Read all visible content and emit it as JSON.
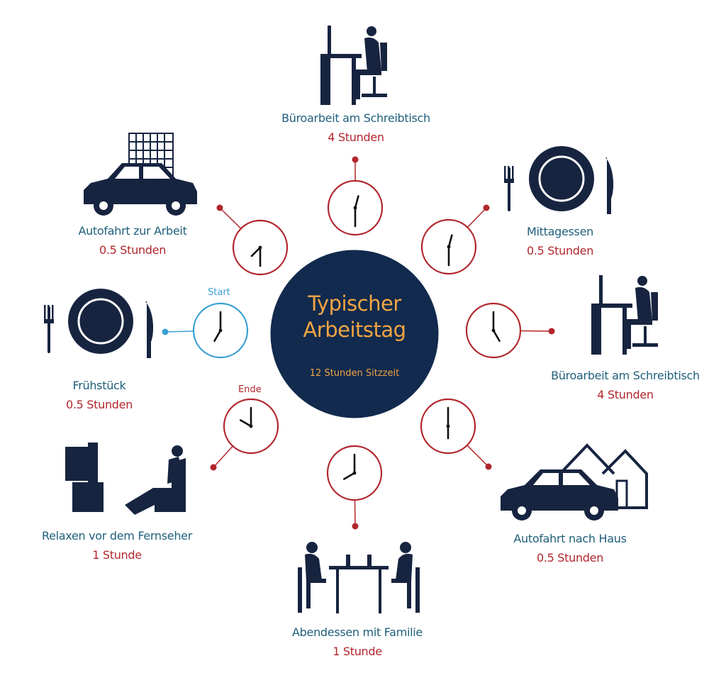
{
  "center": {
    "title_line1": "Typischer",
    "title_line2": "Arbeitstag",
    "subtitle": "12 Stunden Sitzzeit"
  },
  "markers": {
    "start": "Start",
    "end": "Ende"
  },
  "colors": {
    "center_fill": "#112a4d",
    "activity_red": "#b1262c",
    "start_blue": "#3aa0d4",
    "title_teal": "#1f5f7a",
    "accent_orange": "#f2a544",
    "icon_navy": "#172440"
  },
  "activities": [
    {
      "id": "fruehstueck",
      "title": "Frühstück",
      "duration": "0.5 Stunden",
      "icon": "plate-cutlery-icon"
    },
    {
      "id": "autofahrt-arbeit",
      "title": "Autofahrt zur Arbeit",
      "duration": "0.5 Stunden",
      "icon": "car-office-icon"
    },
    {
      "id": "buero-1",
      "title": "Büroarbeit am Schreibtisch",
      "duration": "4 Stunden",
      "icon": "desk-worker-icon"
    },
    {
      "id": "mittagessen",
      "title": "Mittagessen",
      "duration": "0.5 Stunden",
      "icon": "plate-cutlery-icon"
    },
    {
      "id": "buero-2",
      "title": "Büroarbeit am Schreibtisch",
      "duration": "4 Stunden",
      "icon": "desk-worker-icon"
    },
    {
      "id": "autofahrt-haus",
      "title": "Autofahrt nach Haus",
      "duration": "0.5 Stunden",
      "icon": "car-house-icon"
    },
    {
      "id": "abendessen",
      "title": "Abendessen mit Familie",
      "duration": "1 Stunde",
      "icon": "family-dinner-icon"
    },
    {
      "id": "fernsehen",
      "title": "Relaxen vor dem Fernseher",
      "duration": "1 Stunde",
      "icon": "tv-armchair-icon"
    }
  ],
  "clock_times": [
    {
      "hour": 7,
      "minute": 0
    },
    {
      "hour": 7,
      "minute": 30
    },
    {
      "hour": 12,
      "minute": 30
    },
    {
      "hour": 12,
      "minute": 30
    },
    {
      "hour": 5,
      "minute": 0
    },
    {
      "hour": 6,
      "minute": 0
    },
    {
      "hour": 8,
      "minute": 0
    },
    {
      "hour": 10,
      "minute": 0
    }
  ]
}
